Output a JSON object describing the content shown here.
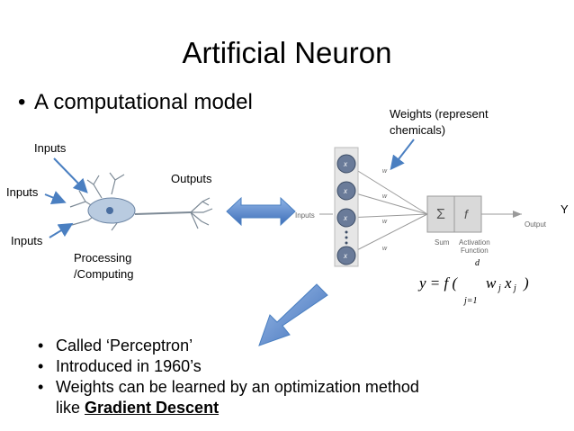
{
  "title": "Artificial Neuron",
  "main_bullet": "A computational model",
  "neuron_labels": {
    "inputs_top": "Inputs",
    "inputs_left": "Inputs",
    "inputs_bottom": "Inputs",
    "outputs": "Outputs",
    "processing_line1": "Processing",
    "processing_line2": "/Computing"
  },
  "weights_label_line1": "Weights (represent",
  "weights_label_line2": "chemicals)",
  "output_y": "Y",
  "perceptron": {
    "inputs_label": "Inputs",
    "output_label": "Output",
    "sum_label": "Sum",
    "activation_line1": "Activation",
    "activation_line2": "Function",
    "node_x": "x",
    "weight_w": "w",
    "sum_symbol": "Σ",
    "f_symbol": "f"
  },
  "formula": {
    "lhs": "y = f (",
    "body": "w",
    "sub_j": "j",
    "x": "x",
    "rparen": ")",
    "upper": "d",
    "lower": "j=1"
  },
  "bullets": [
    "Called ‘Perceptron’",
    "Introduced in 1960’s",
    "Weights can be learned by an optimization method"
  ],
  "bullet3_cont_prefix": "like ",
  "bullet3_cont_bold": "Gradient Descent"
}
